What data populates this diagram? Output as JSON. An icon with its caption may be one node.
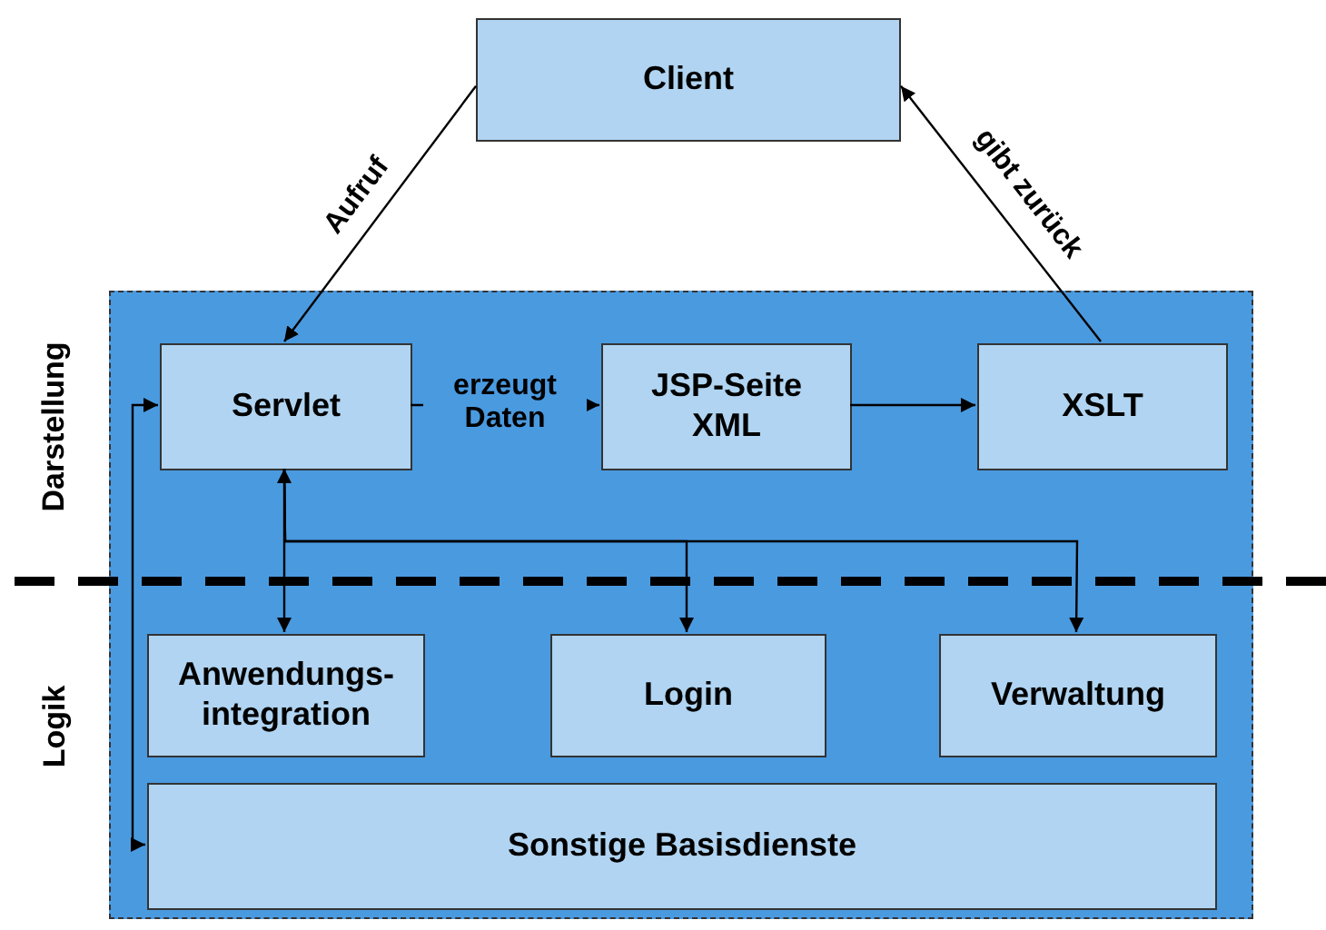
{
  "diagram": {
    "nodes": [
      {
        "text": [
          "Client"
        ]
      },
      {
        "text": [],
        "shape": "box"
      },
      {
        "text": [
          "Servlet"
        ],
        "in": 1
      },
      {
        "text": [
          "JSP-Seite XML"
        ],
        "in": 1
      },
      {
        "text": [
          "XSLT"
        ],
        "in": 1
      },
      {
        "text": [
          "Anwendungs- integration"
        ],
        "in": 1
      },
      {
        "text": [
          "Login"
        ],
        "in": 1
      },
      {
        "text": [
          "Verwaltung"
        ],
        "in": 1
      },
      {
        "text": [
          "Sonstige Basisdienste"
        ],
        "in": 1
      }
    ],
    "edges": [
      {
        "from": 0,
        "to": 2,
        "arrow": "to",
        "label": "Aufruf"
      },
      {
        "from": 2,
        "to": 3,
        "arrow": "to",
        "label": "erzeugt Daten"
      },
      {
        "from": 3,
        "to": 4,
        "arrow": "to"
      },
      {
        "from": 4,
        "to": 0,
        "arrow": "to",
        "label": "gibt zurück"
      },
      {
        "from": 2,
        "to": 5,
        "arrow": "both"
      },
      {
        "from": 2,
        "to": 6,
        "arrow": "to"
      },
      {
        "from": 2,
        "to": 7,
        "arrow": "to"
      },
      {
        "from": 8,
        "to": 2,
        "arrow": "both"
      }
    ],
    "labels": [
      "Darstellung",
      "Logik"
    ]
  }
}
